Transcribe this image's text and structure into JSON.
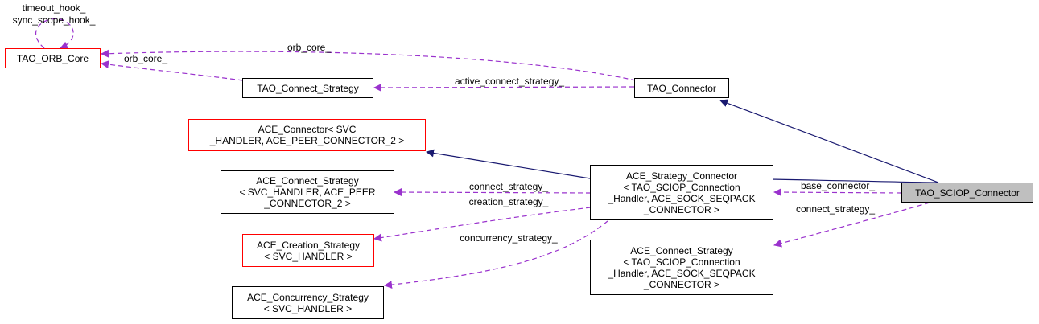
{
  "colors": {
    "inheritance_edge": "#191970",
    "usage_edge": "#9a32cd",
    "incomplete_node_border": "#ff0000",
    "node_border": "#000000",
    "focus_fill": "#bfbfbf"
  },
  "nodes": {
    "tao_orb_core": {
      "lines": [
        "TAO_ORB_Core"
      ],
      "border": "red"
    },
    "tao_connect_strategy": {
      "lines": [
        "TAO_Connect_Strategy"
      ],
      "border": "black"
    },
    "tao_connector": {
      "lines": [
        "TAO_Connector"
      ],
      "border": "black"
    },
    "ace_connector": {
      "lines": [
        "ACE_Connector< SVC",
        "_HANDLER, ACE_PEER_CONNECTOR_2 >"
      ],
      "border": "red"
    },
    "ace_connect_strategy_svc": {
      "lines": [
        "ACE_Connect_Strategy",
        "< SVC_HANDLER, ACE_PEER",
        "_CONNECTOR_2 >"
      ],
      "border": "black"
    },
    "ace_creation_strategy": {
      "lines": [
        "ACE_Creation_Strategy",
        "< SVC_HANDLER >"
      ],
      "border": "red"
    },
    "ace_concurrency_strategy": {
      "lines": [
        "ACE_Concurrency_Strategy",
        "< SVC_HANDLER >"
      ],
      "border": "black"
    },
    "ace_strategy_connector": {
      "lines": [
        "ACE_Strategy_Connector",
        "< TAO_SCIOP_Connection",
        "_Handler, ACE_SOCK_SEQPACK",
        "_CONNECTOR >"
      ],
      "border": "black"
    },
    "ace_connect_strategy_sciop": {
      "lines": [
        "ACE_Connect_Strategy",
        "< TAO_SCIOP_Connection",
        "_Handler, ACE_SOCK_SEQPACK",
        "_CONNECTOR >"
      ],
      "border": "black"
    },
    "tao_sciop_connector": {
      "lines": [
        "TAO_SCIOP_Connector"
      ],
      "border": "black",
      "focus": true
    }
  },
  "edge_labels": {
    "self_loop": [
      "timeout_hook_",
      "sync_scope_hook_"
    ],
    "connector_orb_core": "orb_core_",
    "connect_strategy_orb_core": "orb_core_",
    "active_connect_strategy": "active_connect_strategy_",
    "connect_strategy_svc": "connect_strategy_",
    "creation_strategy": "creation_strategy_",
    "concurrency_strategy": "concurrency_strategy_",
    "base_connector": "base_connector_",
    "connect_strategy_sciop": "connect_strategy_"
  }
}
